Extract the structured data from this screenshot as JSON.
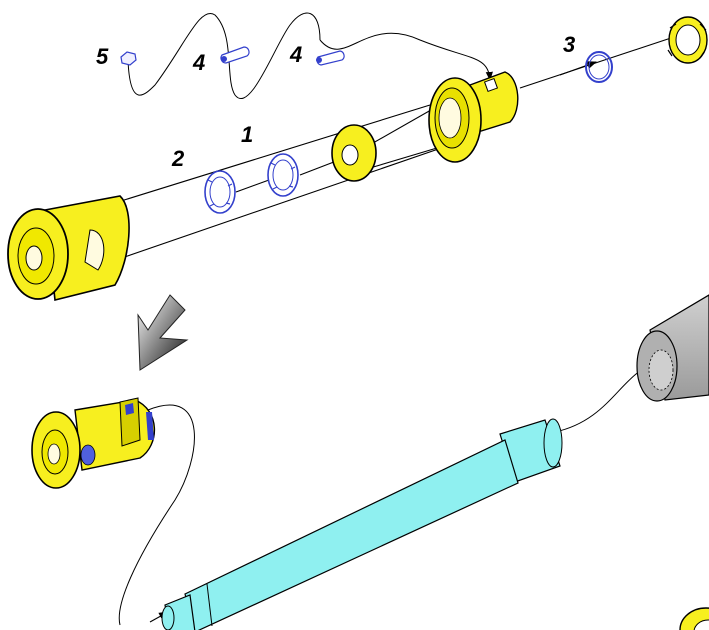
{
  "diagram": {
    "callouts": [
      {
        "id": "1",
        "text": "1"
      },
      {
        "id": "2",
        "text": "2"
      },
      {
        "id": "3",
        "text": "3"
      },
      {
        "id": "4a",
        "text": "4"
      },
      {
        "id": "4b",
        "text": "4"
      },
      {
        "id": "5",
        "text": "5"
      }
    ]
  },
  "colors": {
    "part_yellow": "#f7ef1f",
    "part_yellow_dark": "#c8c000",
    "ring_blue": "#3340cc",
    "shaft_cyan": "#8ff0f0",
    "handle_gray": "#b8b8b8",
    "line": "#000000"
  }
}
